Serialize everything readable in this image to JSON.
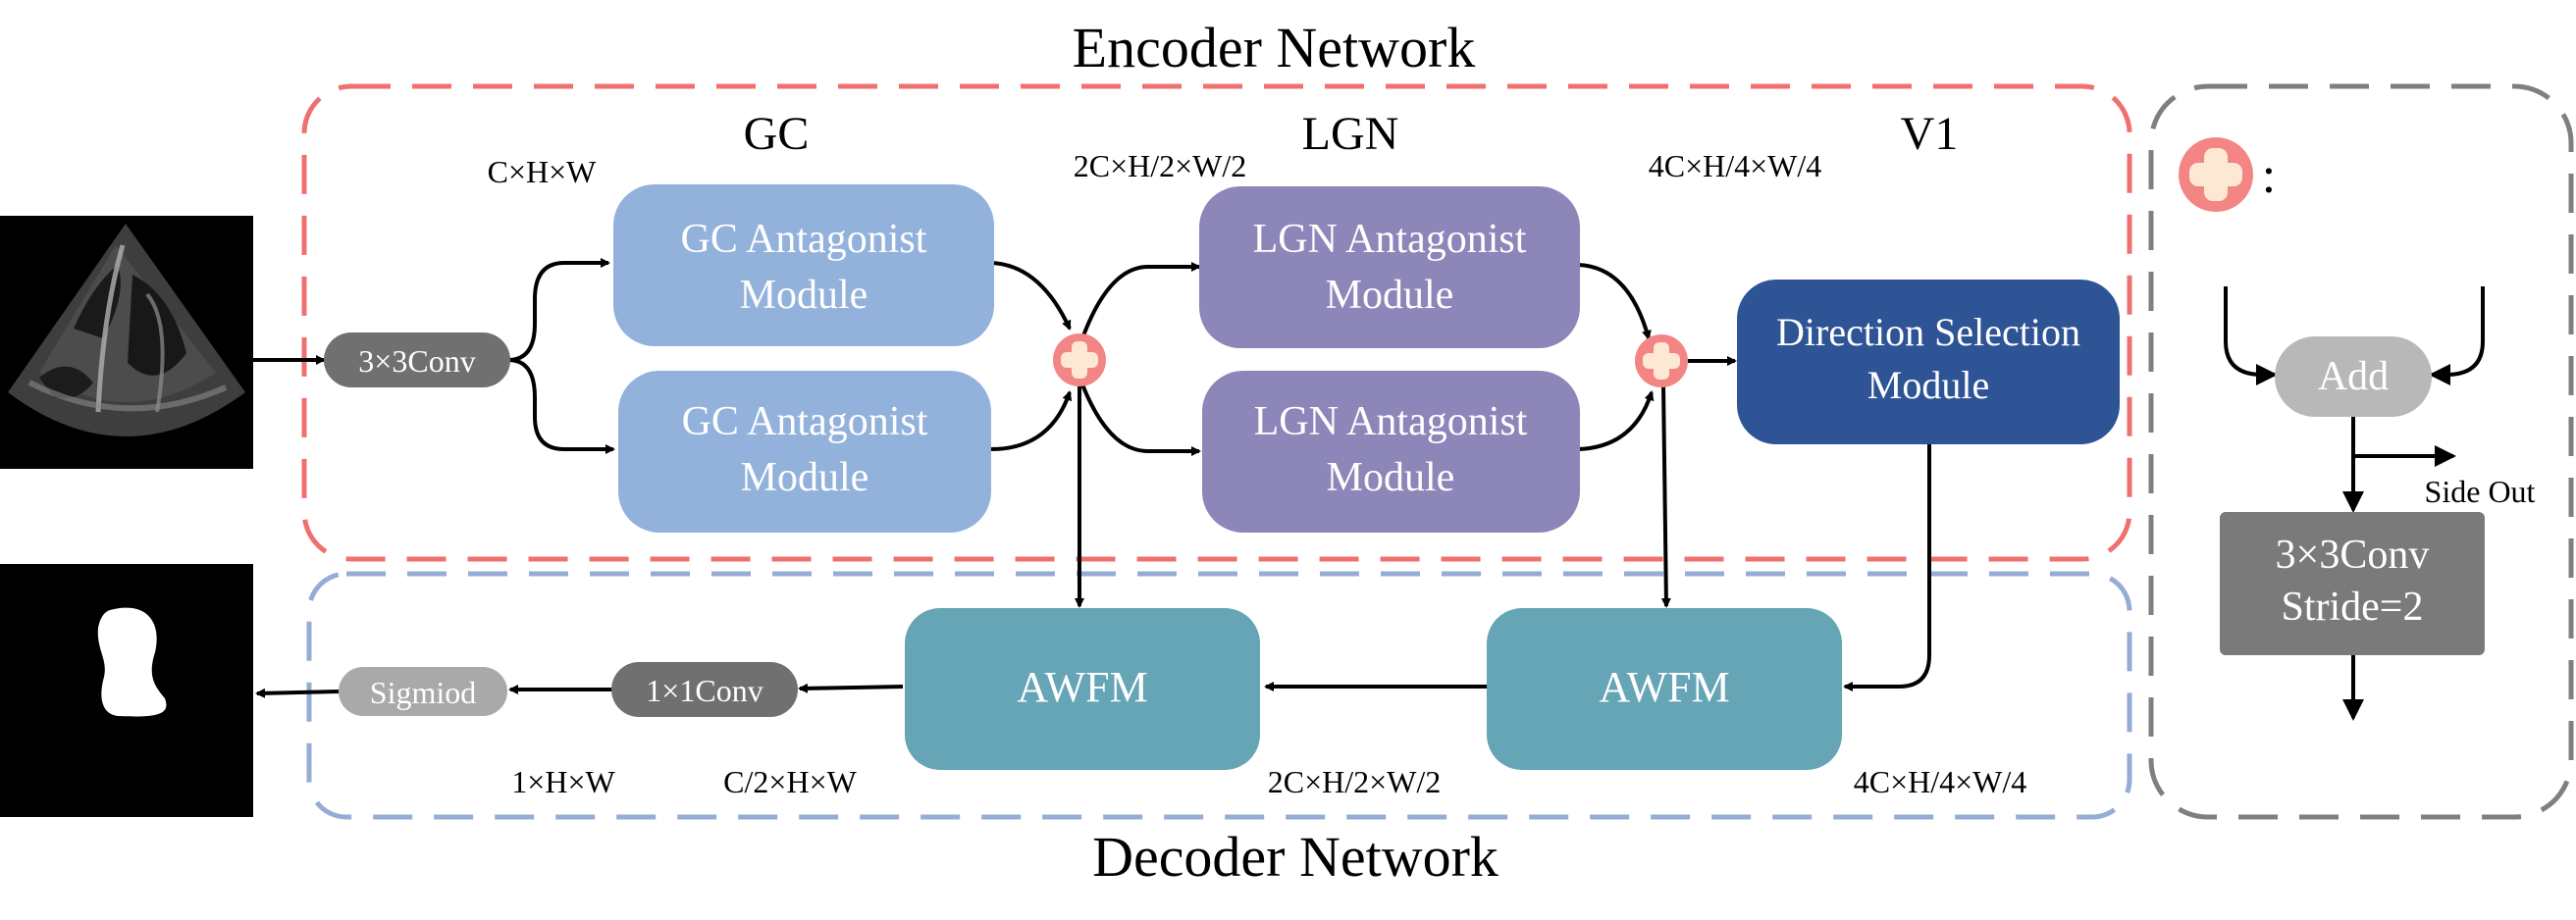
{
  "titles": {
    "encoder": "Encoder Network",
    "decoder": "Decoder Network"
  },
  "stages": {
    "gc": "GC",
    "lgn": "LGN",
    "v1": "V1"
  },
  "dims": {
    "encoder_in": "C×H×W",
    "gc_out": "2C×H/2×W/2",
    "lgn_out": "4C×H/4×W/4",
    "output": "1×H×W",
    "conv1x1_in": "C/2×H×W",
    "awfm1_out": "2C×H/2×W/2",
    "awfm2_in": "4C×H/4×W/4"
  },
  "blocks": {
    "conv3x3": "3×3Conv",
    "gc_module_line1": "GC Antagonist",
    "gc_module_line2": "Module",
    "lgn_module_line1": "LGN Antagonist",
    "lgn_module_line2": "Module",
    "dsm_line1": "Direction Selection",
    "dsm_line2": "Module",
    "awfm": "AWFM",
    "conv1x1": "1×1Conv",
    "sigmoid": "Sigmiod"
  },
  "legend": {
    "colon": ":",
    "add": "Add",
    "side_out": "Side Out",
    "conv_line1": "3×3Conv",
    "conv_line2": "Stride=2"
  },
  "colors": {
    "encoder_border": "#f07070",
    "decoder_border": "#95acd6",
    "legend_border": "#7f7f7f",
    "gc_module": "#93b2db",
    "lgn_module": "#8c86b9",
    "dsm": "#2e5496",
    "awfm": "#65a5b5",
    "conv_gray": "#707070",
    "legend_conv": "#7a7a7a",
    "add_gray": "#b8b8b8",
    "sigmoid_gray": "#a9a9a9",
    "plus_fill": "#f48585"
  }
}
